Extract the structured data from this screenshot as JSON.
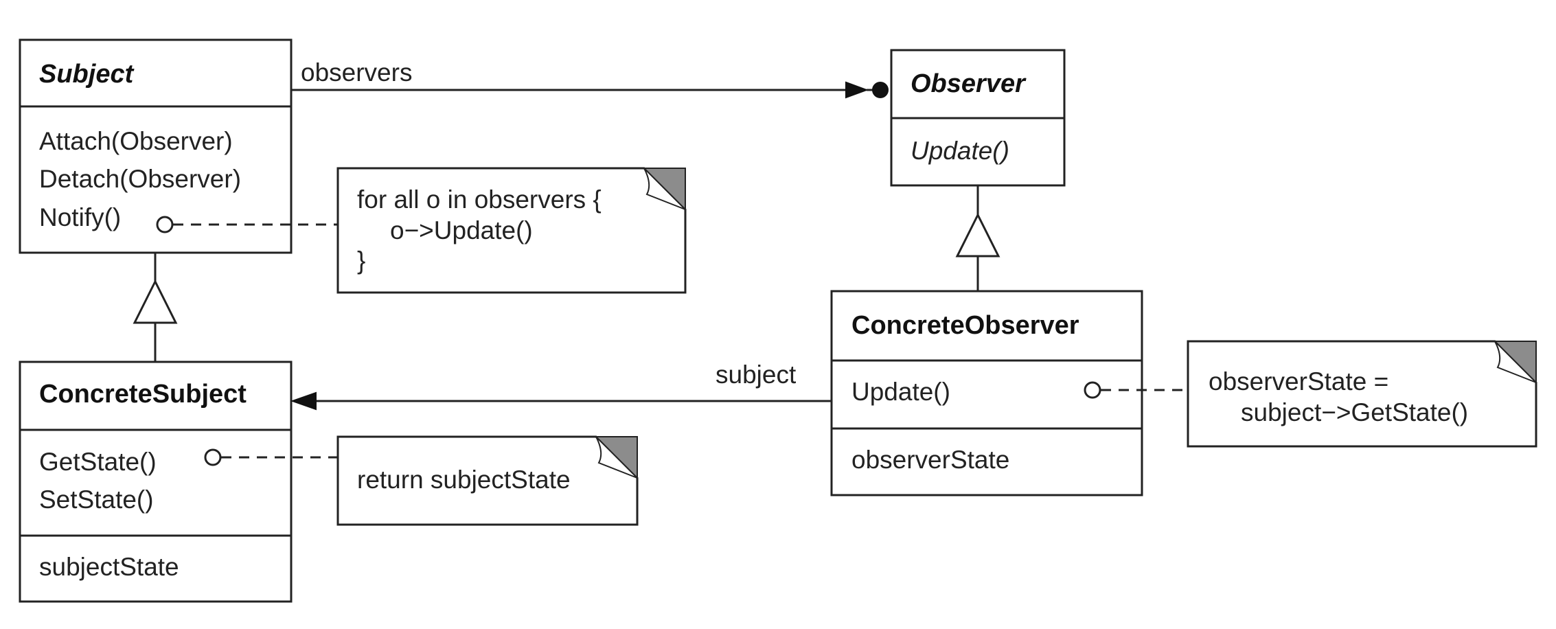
{
  "classes": {
    "subject": {
      "name": "Subject",
      "methods": [
        "Attach(Observer)",
        "Detach(Observer)",
        "Notify()"
      ]
    },
    "observer": {
      "name": "Observer",
      "methods": [
        "Update()"
      ]
    },
    "concrete_subject": {
      "name": "ConcreteSubject",
      "methods": [
        "GetState()",
        "SetState()"
      ],
      "attributes": [
        "subjectState"
      ]
    },
    "concrete_observer": {
      "name": "ConcreteObserver",
      "methods": [
        "Update()"
      ],
      "attributes": [
        "observerState"
      ]
    }
  },
  "associations": {
    "observers": "observers",
    "subject": "subject"
  },
  "notes": {
    "notify": [
      "for all o in observers {",
      "o−>Update()",
      "}"
    ],
    "getstate": [
      "return subjectState"
    ],
    "update": [
      "observerState =",
      "subject−>GetState()"
    ]
  }
}
